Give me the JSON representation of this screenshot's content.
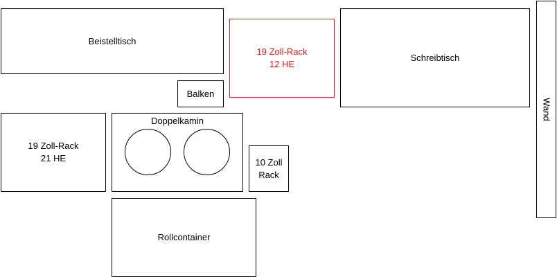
{
  "diagram": {
    "beistelltisch": "Beistelltisch",
    "rack_19_top": {
      "line1": "19 Zoll-Rack",
      "line2": "12 HE",
      "color": "#e01a1a"
    },
    "schreibtisch": "Schreibtisch",
    "wand": "Wand",
    "balken": "Balken",
    "rack_19_left": {
      "line1": "19 Zoll-Rack",
      "line2": "21 HE"
    },
    "doppelkamin": "Doppelkamin",
    "rack_10": {
      "line1": "10 Zoll",
      "line2": "Rack"
    },
    "rollcontainer": "Rollcontainer"
  }
}
